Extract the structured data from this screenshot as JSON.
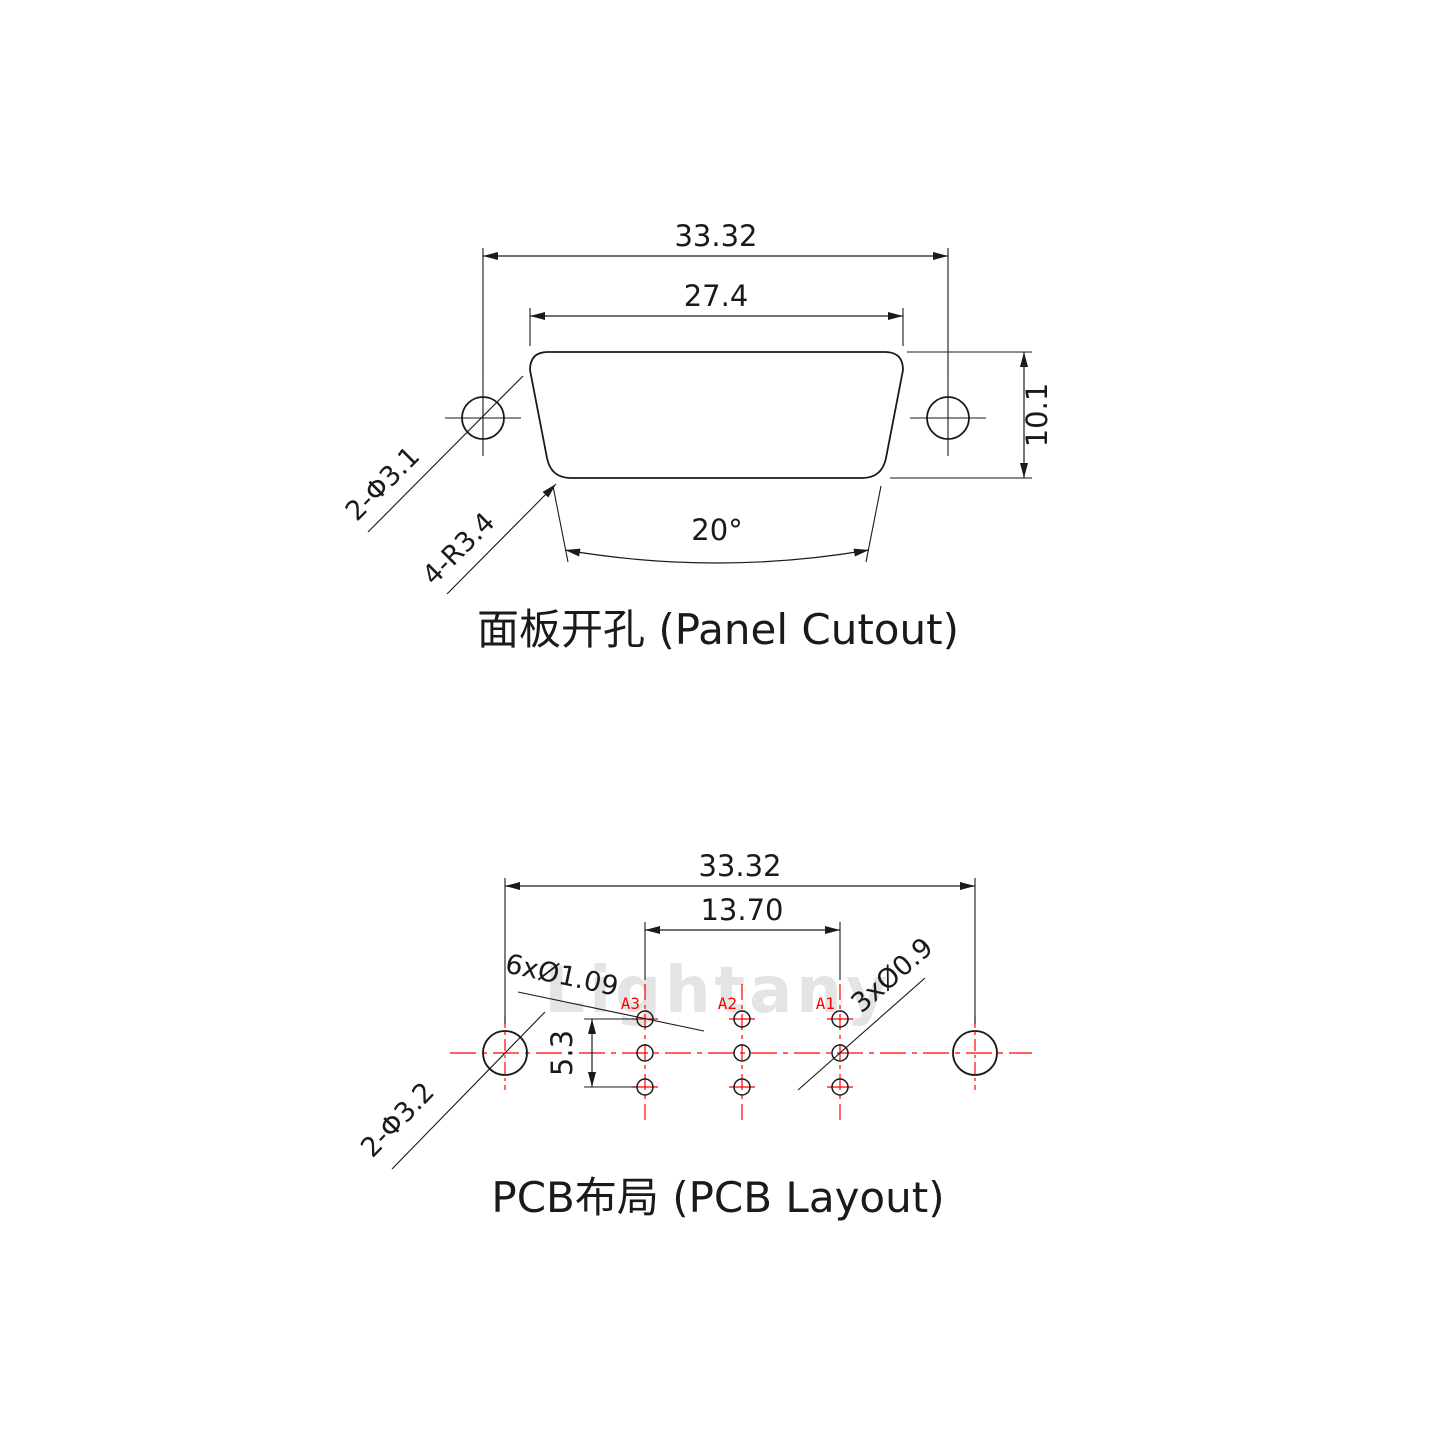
{
  "watermark": "Lightany",
  "colors": {
    "line": "#1a1a1a",
    "accent_red": "#ff0000",
    "watermark": "#e4e4e4"
  },
  "panel_cutout": {
    "title": "面板开孔 (Panel Cutout)",
    "dims": {
      "outer_width": "33.32",
      "cutout_width": "27.4",
      "cutout_height": "10.1",
      "side_angle": "20°"
    },
    "labels": {
      "mount_holes": "2-Φ3.1",
      "corner_radius": "4-R3.4"
    }
  },
  "pcb_layout": {
    "title": "PCB布局 (PCB Layout)",
    "dims": {
      "mount_span": "33.32",
      "signal_pitch": "13.70",
      "row_span": "5.3"
    },
    "labels": {
      "signal_holes": "6xØ1.09",
      "coax_pins": "3xØ0.9",
      "mount_holes": "2-Φ3.2"
    },
    "pins": [
      "A3",
      "A2",
      "A1"
    ]
  }
}
